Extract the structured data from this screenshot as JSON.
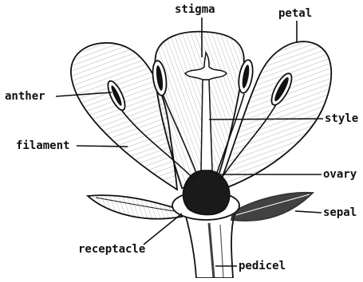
{
  "diagram": {
    "labels": {
      "stigma": "stigma",
      "petal": "petal",
      "anther": "anther",
      "style": "style",
      "filament": "filament",
      "ovary": "ovary",
      "sepal": "sepal",
      "receptacle": "receptacle",
      "pedicel": "pedicel"
    },
    "colors": {
      "ink": "#111111",
      "paper": "#ffffff"
    }
  }
}
